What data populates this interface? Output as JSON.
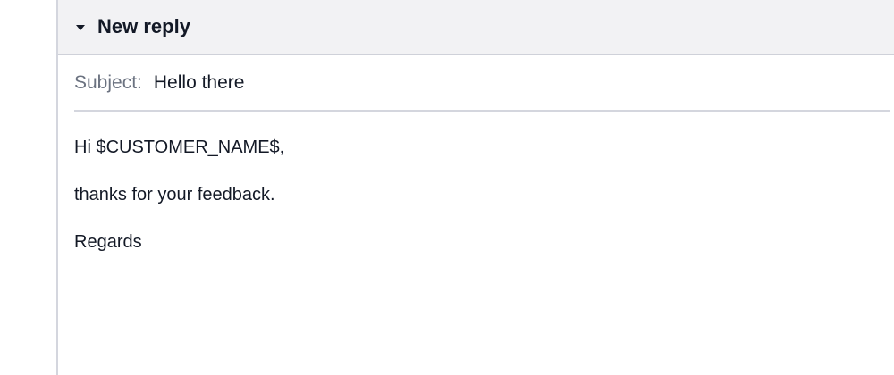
{
  "reply_panel": {
    "title": "New reply",
    "collapse_icon": "caret-down-icon",
    "subject_label": "Subject:",
    "subject_value": "Hello there",
    "body_lines": [
      "Hi $CUSTOMER_NAME$,",
      "thanks for your feedback.",
      "Regards"
    ]
  }
}
